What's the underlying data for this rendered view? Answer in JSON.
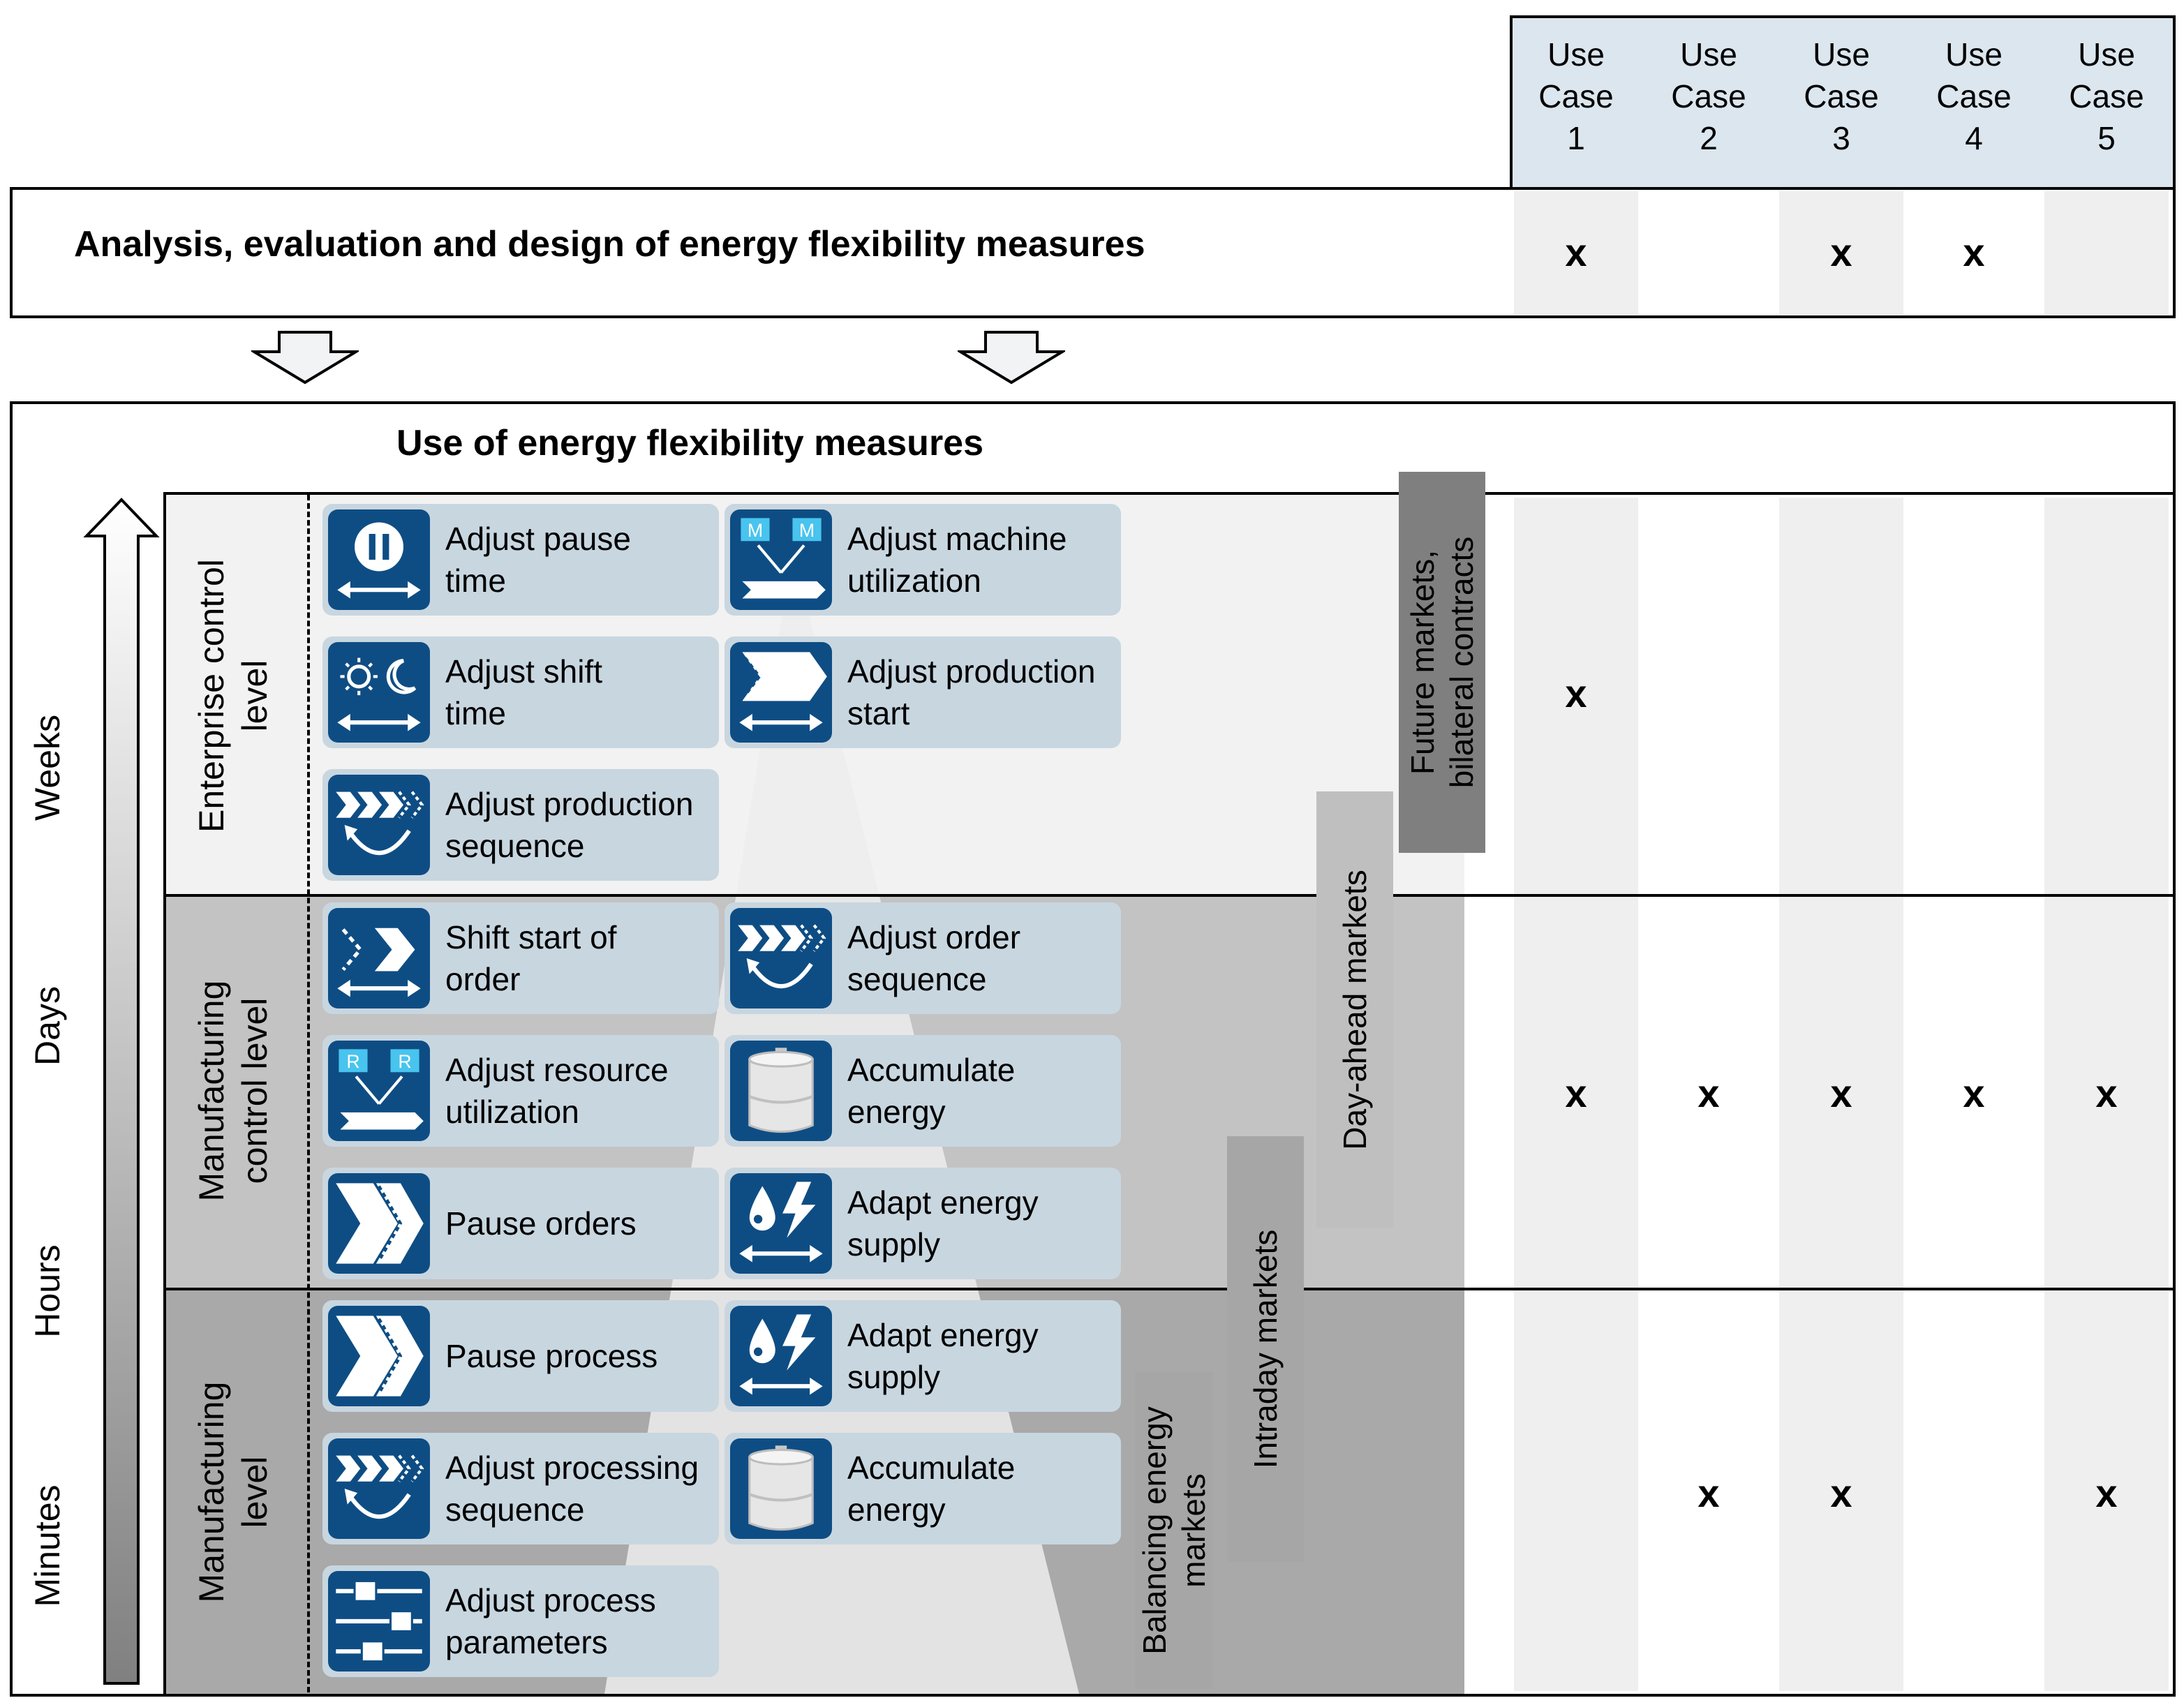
{
  "use_cases": [
    "Use\nCase\n1",
    "Use\nCase\n2",
    "Use\nCase\n3",
    "Use\nCase\n4",
    "Use\nCase\n5"
  ],
  "analysis": {
    "title": "Analysis, evaluation and design of energy flexibility measures",
    "marks": [
      "x",
      "",
      "x",
      "x",
      ""
    ]
  },
  "main": {
    "title": "Use of energy flexibility measures",
    "time_scale": [
      "Weeks",
      "Days",
      "Hours",
      "Minutes"
    ],
    "levels": [
      {
        "label": "Enterprise control\nlevel",
        "marks": [
          "x",
          "",
          "",
          "",
          ""
        ]
      },
      {
        "label": "Manufacturing\ncontrol level",
        "marks": [
          "x",
          "x",
          "x",
          "x",
          "x"
        ]
      },
      {
        "label": "Manufacturing\nlevel",
        "marks": [
          "",
          "x",
          "x",
          "",
          "x"
        ]
      }
    ],
    "measures": [
      {
        "label": "Adjust pause\ntime",
        "icon": "pause-shift-icon"
      },
      {
        "label": "Adjust machine\nutilization",
        "icon": "machine-utilization-icon"
      },
      {
        "label": "Adjust shift\ntime",
        "icon": "day-night-shift-icon"
      },
      {
        "label": "Adjust production\nstart",
        "icon": "production-start-icon"
      },
      {
        "label": "Adjust production\nsequence",
        "icon": "sequence-icon"
      },
      {
        "label": "Shift start of\norder",
        "icon": "order-start-icon"
      },
      {
        "label": "Adjust order\nsequence",
        "icon": "sequence-icon"
      },
      {
        "label": "Adjust resource\nutilization",
        "icon": "resource-utilization-icon"
      },
      {
        "label": "Accumulate\nenergy",
        "icon": "storage-tank-icon"
      },
      {
        "label": "Pause orders",
        "icon": "pause-chevron-icon"
      },
      {
        "label": "Adapt energy\nsupply",
        "icon": "energy-supply-icon"
      },
      {
        "label": "Pause process",
        "icon": "pause-chevron-icon"
      },
      {
        "label": "Adapt energy\nsupply",
        "icon": "energy-supply-icon"
      },
      {
        "label": "Adjust processing\nsequence",
        "icon": "sequence-icon"
      },
      {
        "label": "Accumulate\nenergy",
        "icon": "storage-tank-icon"
      },
      {
        "label": "Adjust process\nparameters",
        "icon": "sliders-icon"
      }
    ],
    "markets": [
      {
        "label": "Future markets,\nbilateral contracts"
      },
      {
        "label": "Day-ahead markets"
      },
      {
        "label": "Intraday markets"
      },
      {
        "label": "Balancing energy\nmarkets"
      }
    ]
  },
  "colors": {
    "icon_blue": "#0e4d84",
    "card_bg": "#c8d6e0",
    "header_bg": "#dce6ee",
    "enterprise_band": "#f2f2f2",
    "control_band": "#c3c3c3",
    "manufacturing_band": "#a9a9a9"
  }
}
